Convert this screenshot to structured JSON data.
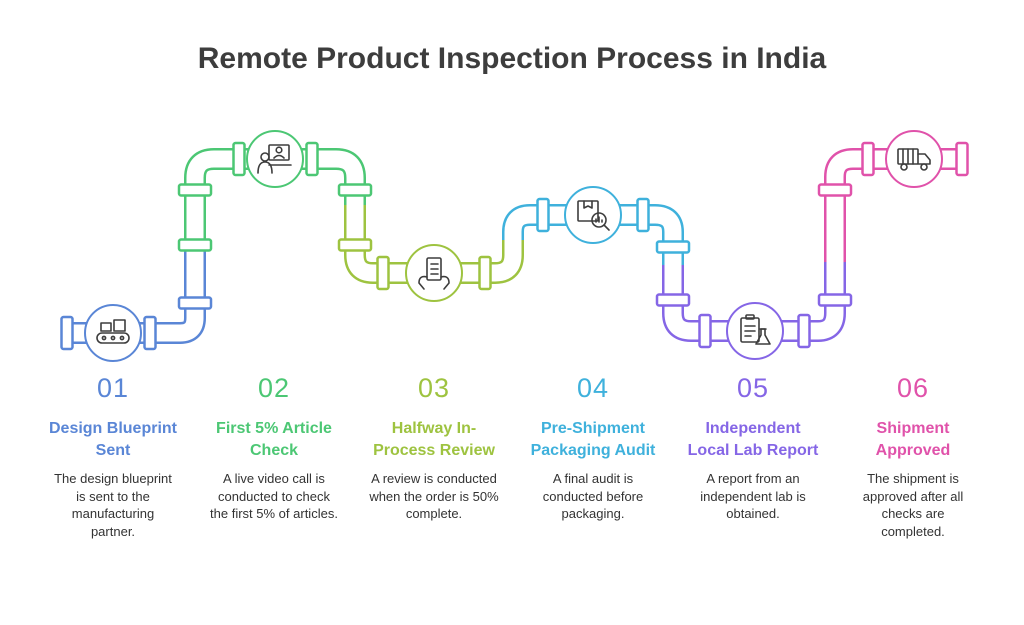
{
  "title": "Remote Product Inspection Process in India",
  "steps": [
    {
      "number": "01",
      "heading": "Design Blueprint Sent",
      "description": "The design blueprint is sent to the manufacturing partner.",
      "color": "#5a86d6",
      "icon": "conveyor-belt-icon"
    },
    {
      "number": "02",
      "heading": "First 5% Article Check",
      "description": "A live video call is conducted to check the first 5% of articles.",
      "color": "#4cc774",
      "icon": "video-call-icon"
    },
    {
      "number": "03",
      "heading": "Halfway In-Process Review",
      "description": "A review is conducted when the order is 50% complete.",
      "color": "#9ec340",
      "icon": "handheld-checklist-icon"
    },
    {
      "number": "04",
      "heading": "Pre-Shipment Packaging Audit",
      "description": "A final audit is conducted before packaging.",
      "color": "#3fb1dc",
      "icon": "package-inspection-icon"
    },
    {
      "number": "05",
      "heading": "Independent Local Lab Report",
      "description": "A report from an independent lab is obtained.",
      "color": "#8566e6",
      "icon": "lab-report-icon"
    },
    {
      "number": "06",
      "heading": "Shipment Approved",
      "description": "The shipment is approved after all checks are completed.",
      "color": "#e052aa",
      "icon": "delivery-truck-icon"
    }
  ]
}
